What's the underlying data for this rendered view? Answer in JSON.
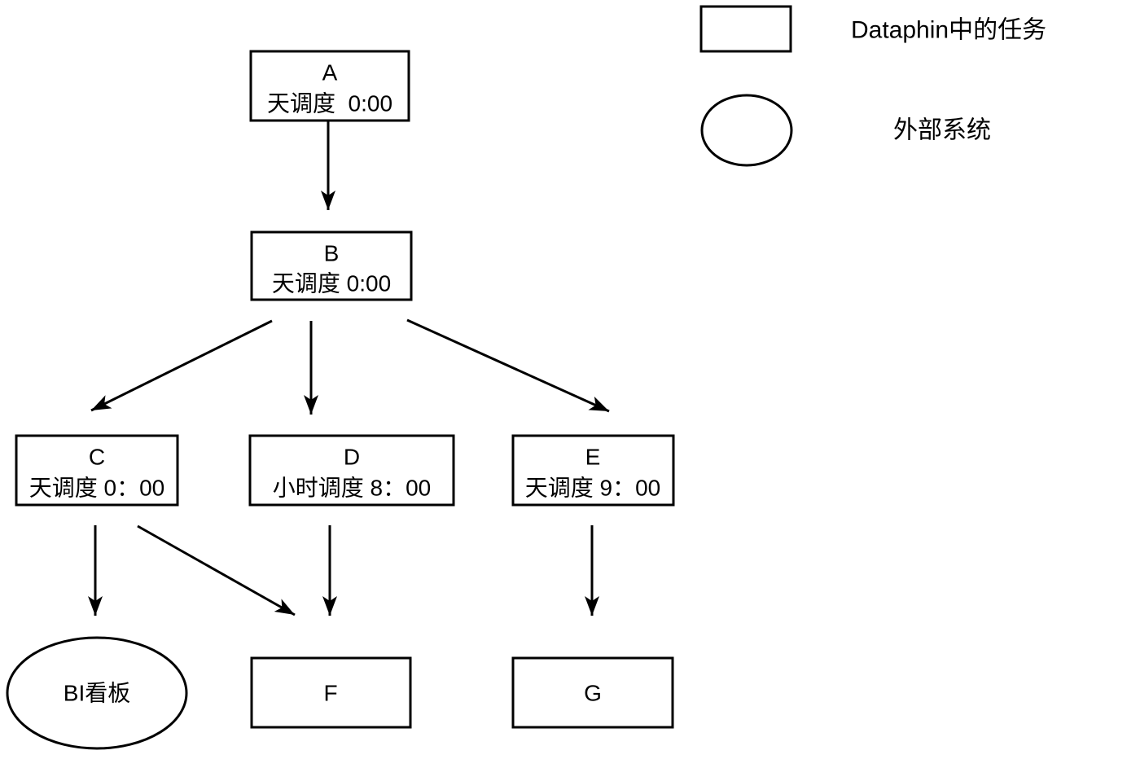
{
  "canvas": {
    "background": "#ffffff",
    "line_color": "#000000",
    "text_color": "#000000"
  },
  "nodes": {
    "a": {
      "type": "task",
      "label": "A",
      "schedule": "天调度  0:00"
    },
    "b": {
      "type": "task",
      "label": "B",
      "schedule": "天调度 0:00"
    },
    "c": {
      "type": "task",
      "label": "C",
      "schedule": "天调度 0：00"
    },
    "d": {
      "type": "task",
      "label": "D",
      "schedule": "小时调度 8：00"
    },
    "e": {
      "type": "task",
      "label": "E",
      "schedule": "天调度 9：00"
    },
    "f": {
      "type": "task",
      "label": "F"
    },
    "g": {
      "type": "task",
      "label": "G"
    },
    "bi": {
      "type": "external",
      "label": "BI看板"
    }
  },
  "edges": [
    {
      "from": "A",
      "to": "B"
    },
    {
      "from": "B",
      "to": "C"
    },
    {
      "from": "B",
      "to": "D"
    },
    {
      "from": "B",
      "to": "E"
    },
    {
      "from": "C",
      "to": "BI看板"
    },
    {
      "from": "C",
      "to": "F"
    },
    {
      "from": "D",
      "to": "F"
    },
    {
      "from": "E",
      "to": "G"
    }
  ],
  "legend": {
    "task": {
      "shape": "rectangle",
      "label": "Dataphin中的任务"
    },
    "external": {
      "shape": "ellipse",
      "label": "外部系统"
    }
  }
}
